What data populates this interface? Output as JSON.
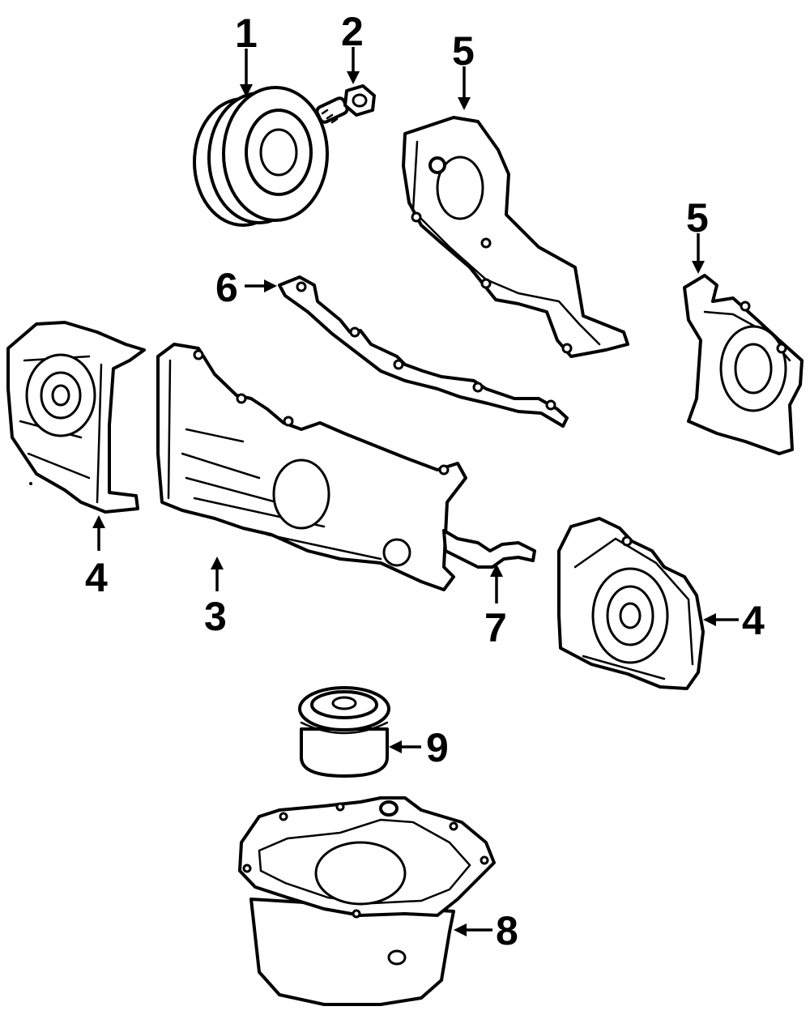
{
  "callouts": {
    "c1": "1",
    "c2": "2",
    "c5a": "5",
    "c5b": "5",
    "c6": "6",
    "c4a": "4",
    "c3": "3",
    "c7": "7",
    "c4b": "4",
    "c9": "9",
    "c8": "8"
  }
}
